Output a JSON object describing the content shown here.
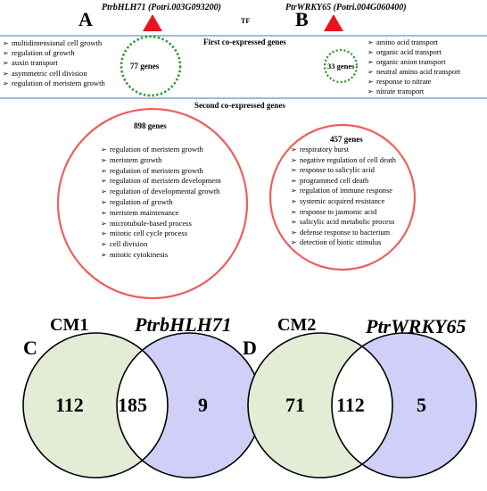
{
  "panel_a": {
    "letter": "A",
    "gene_name": "PtrbHLH71",
    "gene_id": "Potri.003G093200",
    "count_label": "77 genes",
    "bullets": [
      "multidimensional cell growth",
      "regulation of growth",
      "auxin transport",
      "asymmetric cell division",
      "regulation of meristem growth"
    ],
    "second_count_label": "898 genes",
    "second_bullets": [
      "regulation of meristem growth",
      "meristem growth",
      "regulation of meristem growth",
      "regulation of meristem development",
      "regulation of developmental growth",
      "regulation of growth",
      "meristem maintenance",
      "microtubule-based process",
      "mitotic cell cycle process",
      "cell division",
      "mitotic cytokinesis"
    ]
  },
  "panel_b": {
    "letter": "B",
    "gene_name": "PtrWRKY65",
    "gene_id": "Potri.004G060400",
    "count_label": "33 genes",
    "bullets": [
      "amino acid transport",
      "organic acid transport",
      "organic anion transport",
      "neutral amino acid transport",
      "response to nitrate",
      "nitrate transport"
    ],
    "second_count_label": "457 genes",
    "second_bullets": [
      "respiratory burst",
      "negative regulation of cell death",
      "response to salicylic acid",
      "programmed cell death",
      "regulation of immune response",
      "systemic acquired resistance",
      "response to jasmonic acid",
      "salicylic acid metabolic process",
      "defense response to bacterium",
      "detection of biotic stimulus"
    ]
  },
  "tf_label": "TF",
  "first_title": "First co-expressed genes",
  "second_title": "Second co-expressed genes",
  "venn_c": {
    "letter": "C",
    "left_label": "CM1",
    "right_label": "PtrbHLH71",
    "left_only": "112",
    "overlap": "185",
    "right_only": "9"
  },
  "venn_d": {
    "letter": "D",
    "left_label": "CM2",
    "right_label": "PtrWRKY65",
    "left_only": "71",
    "overlap": "112",
    "right_only": "5"
  },
  "colors": {
    "accent_red": "#e8151d",
    "circle_red": "#ec5f5f",
    "dotted_green": "#2f9a2f",
    "separator_blue": "#7fa6c8",
    "venn_green_fill": "#e3ecd5",
    "venn_purple_fill": "#cfcff7"
  }
}
